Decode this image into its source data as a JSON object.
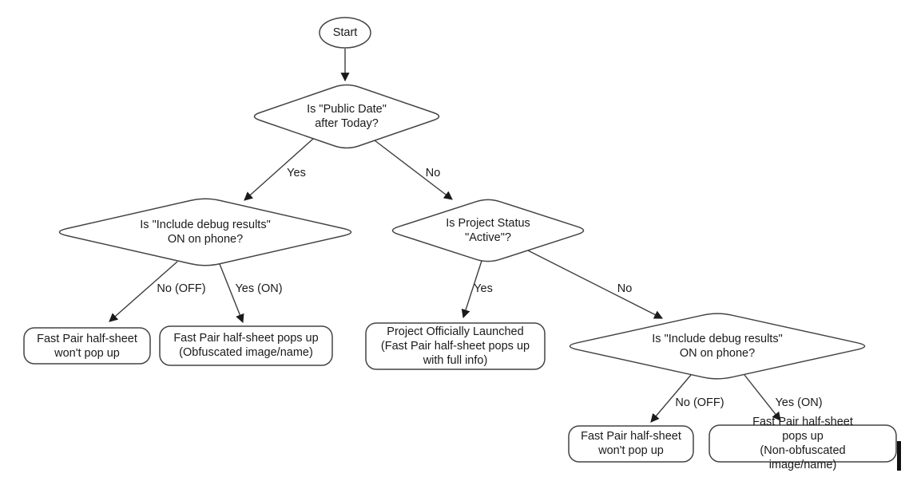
{
  "flowchart": {
    "nodes": {
      "start": {
        "label": "Start"
      },
      "public_date_check": {
        "label": "Is \"Public Date\"\nafter Today?"
      },
      "debug_check_left": {
        "label": "Is \"Include debug results\"\nON on phone?"
      },
      "status_check": {
        "label": "Is Project Status\n\"Active\"?"
      },
      "debug_check_right": {
        "label": "Is \"Include debug results\"\nON on phone?"
      },
      "no_popup_left": {
        "label": "Fast Pair half-sheet\nwon't pop up"
      },
      "obfuscated_popup": {
        "label": "Fast Pair half-sheet pops up\n(Obfuscated image/name)"
      },
      "launched": {
        "label": "Project Officially Launched\n(Fast Pair half-sheet pops up\nwith full info)"
      },
      "no_popup_right": {
        "label": "Fast Pair half-sheet\nwon't pop up"
      },
      "non_obfuscated_popup": {
        "label": "Fast Pair half-sheet pops up\n(Non-obfuscated image/name)"
      }
    },
    "edge_labels": {
      "public_date_yes": "Yes",
      "public_date_no": "No",
      "debug_left_no": "No (OFF)",
      "debug_left_yes": "Yes (ON)",
      "status_yes": "Yes",
      "status_no": "No",
      "debug_right_no": "No (OFF)",
      "debug_right_yes": "Yes (ON)"
    },
    "colors": {
      "stroke": "#444444",
      "text": "#1a1a1a",
      "arrowhead": "#1a1a1a",
      "background": "#ffffff",
      "caret": "#111111"
    }
  }
}
